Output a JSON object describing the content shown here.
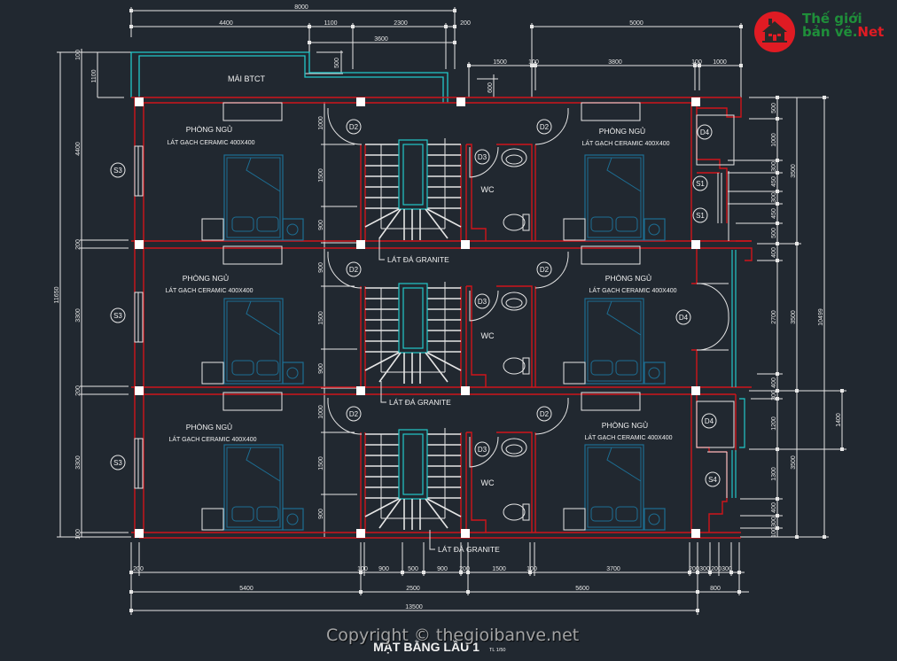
{
  "drawing": {
    "title": "MẶT BẰNG LẦU 1",
    "scale": "TL 1/50",
    "roof_label": "MÁI BTCT"
  },
  "colors": {
    "background": "#212830",
    "wall": "#d0141b",
    "dimension": "#e6e6e6",
    "glazing": "#22c7c9",
    "furniture": "#1d6e93",
    "column": "#ffffff"
  },
  "rooms": [
    {
      "name": "PHÒNG NGỦ",
      "floor": "LÁT GẠCH CERAMIC 400X400"
    },
    {
      "name": "PHÒNG NGỦ",
      "floor": "LÁT GẠCH CERAMIC 400X400"
    },
    {
      "name": "PHÒNG NGỦ",
      "floor": "LÁT GẠCH CERAMIC 400X400"
    },
    {
      "name": "PHÒNG NGỦ",
      "floor": "LÁT GẠCH CERAMIC 400X400"
    },
    {
      "name": "PHÒNG NGỦ",
      "floor": "LÁT GẠCH CERAMIC 400X400"
    },
    {
      "name": "PHÒNG NGỦ",
      "floor": "LÁT GẠCH CERAMIC 400X400"
    }
  ],
  "wc_label": "WC",
  "corridor_floor": "LÁT ĐÁ GRANITE",
  "tags": {
    "door_d2": "D2",
    "door_d3": "D3",
    "door_d4": "D4",
    "window_s1": "S1",
    "window_s3": "S3",
    "window_s4": "S4"
  },
  "dimensions": {
    "top_overall": "8000",
    "top_row2": [
      "4400",
      "1100",
      "2300",
      "200"
    ],
    "top_row3": "3600",
    "top_right_overall": "5000",
    "top_right_row": [
      "1500",
      "100",
      "3800",
      "100",
      "1000"
    ],
    "roof_depth": "1100",
    "roof_step": "500",
    "roof_step_right": "600",
    "left_overall": "11650",
    "left_segments": [
      "4400",
      "200",
      "3300",
      "200",
      "3300",
      "100"
    ],
    "left_top": "100",
    "stair_segments_1": [
      "1000",
      "1500",
      "900"
    ],
    "stair_segments_2": [
      "900",
      "1500",
      "900"
    ],
    "stair_segments_3": [
      "1000",
      "1500",
      "900"
    ],
    "right_chain": [
      "500",
      "1000",
      "300",
      "450",
      "300",
      "450",
      "500",
      "400",
      "2700",
      "400",
      "300",
      "1200",
      "1300",
      "400",
      "300",
      "100"
    ],
    "right_groups": [
      "3500",
      "3500",
      "3500"
    ],
    "right_overall": "10499",
    "right_window": "1400",
    "bottom_row1": [
      "200",
      "100",
      "900",
      "500",
      "900",
      "200",
      "1500",
      "100",
      "3700",
      "200",
      "300",
      "200",
      "300"
    ],
    "bottom_row2": [
      "5400",
      "2500",
      "5600",
      "800"
    ],
    "bottom_overall": "13500"
  },
  "watermark": {
    "copyright": "Copyright © thegioibanve.net",
    "logo_line1": "Thế giới",
    "logo_line2": "bản vẽ.",
    "logo_suffix": "Net"
  }
}
